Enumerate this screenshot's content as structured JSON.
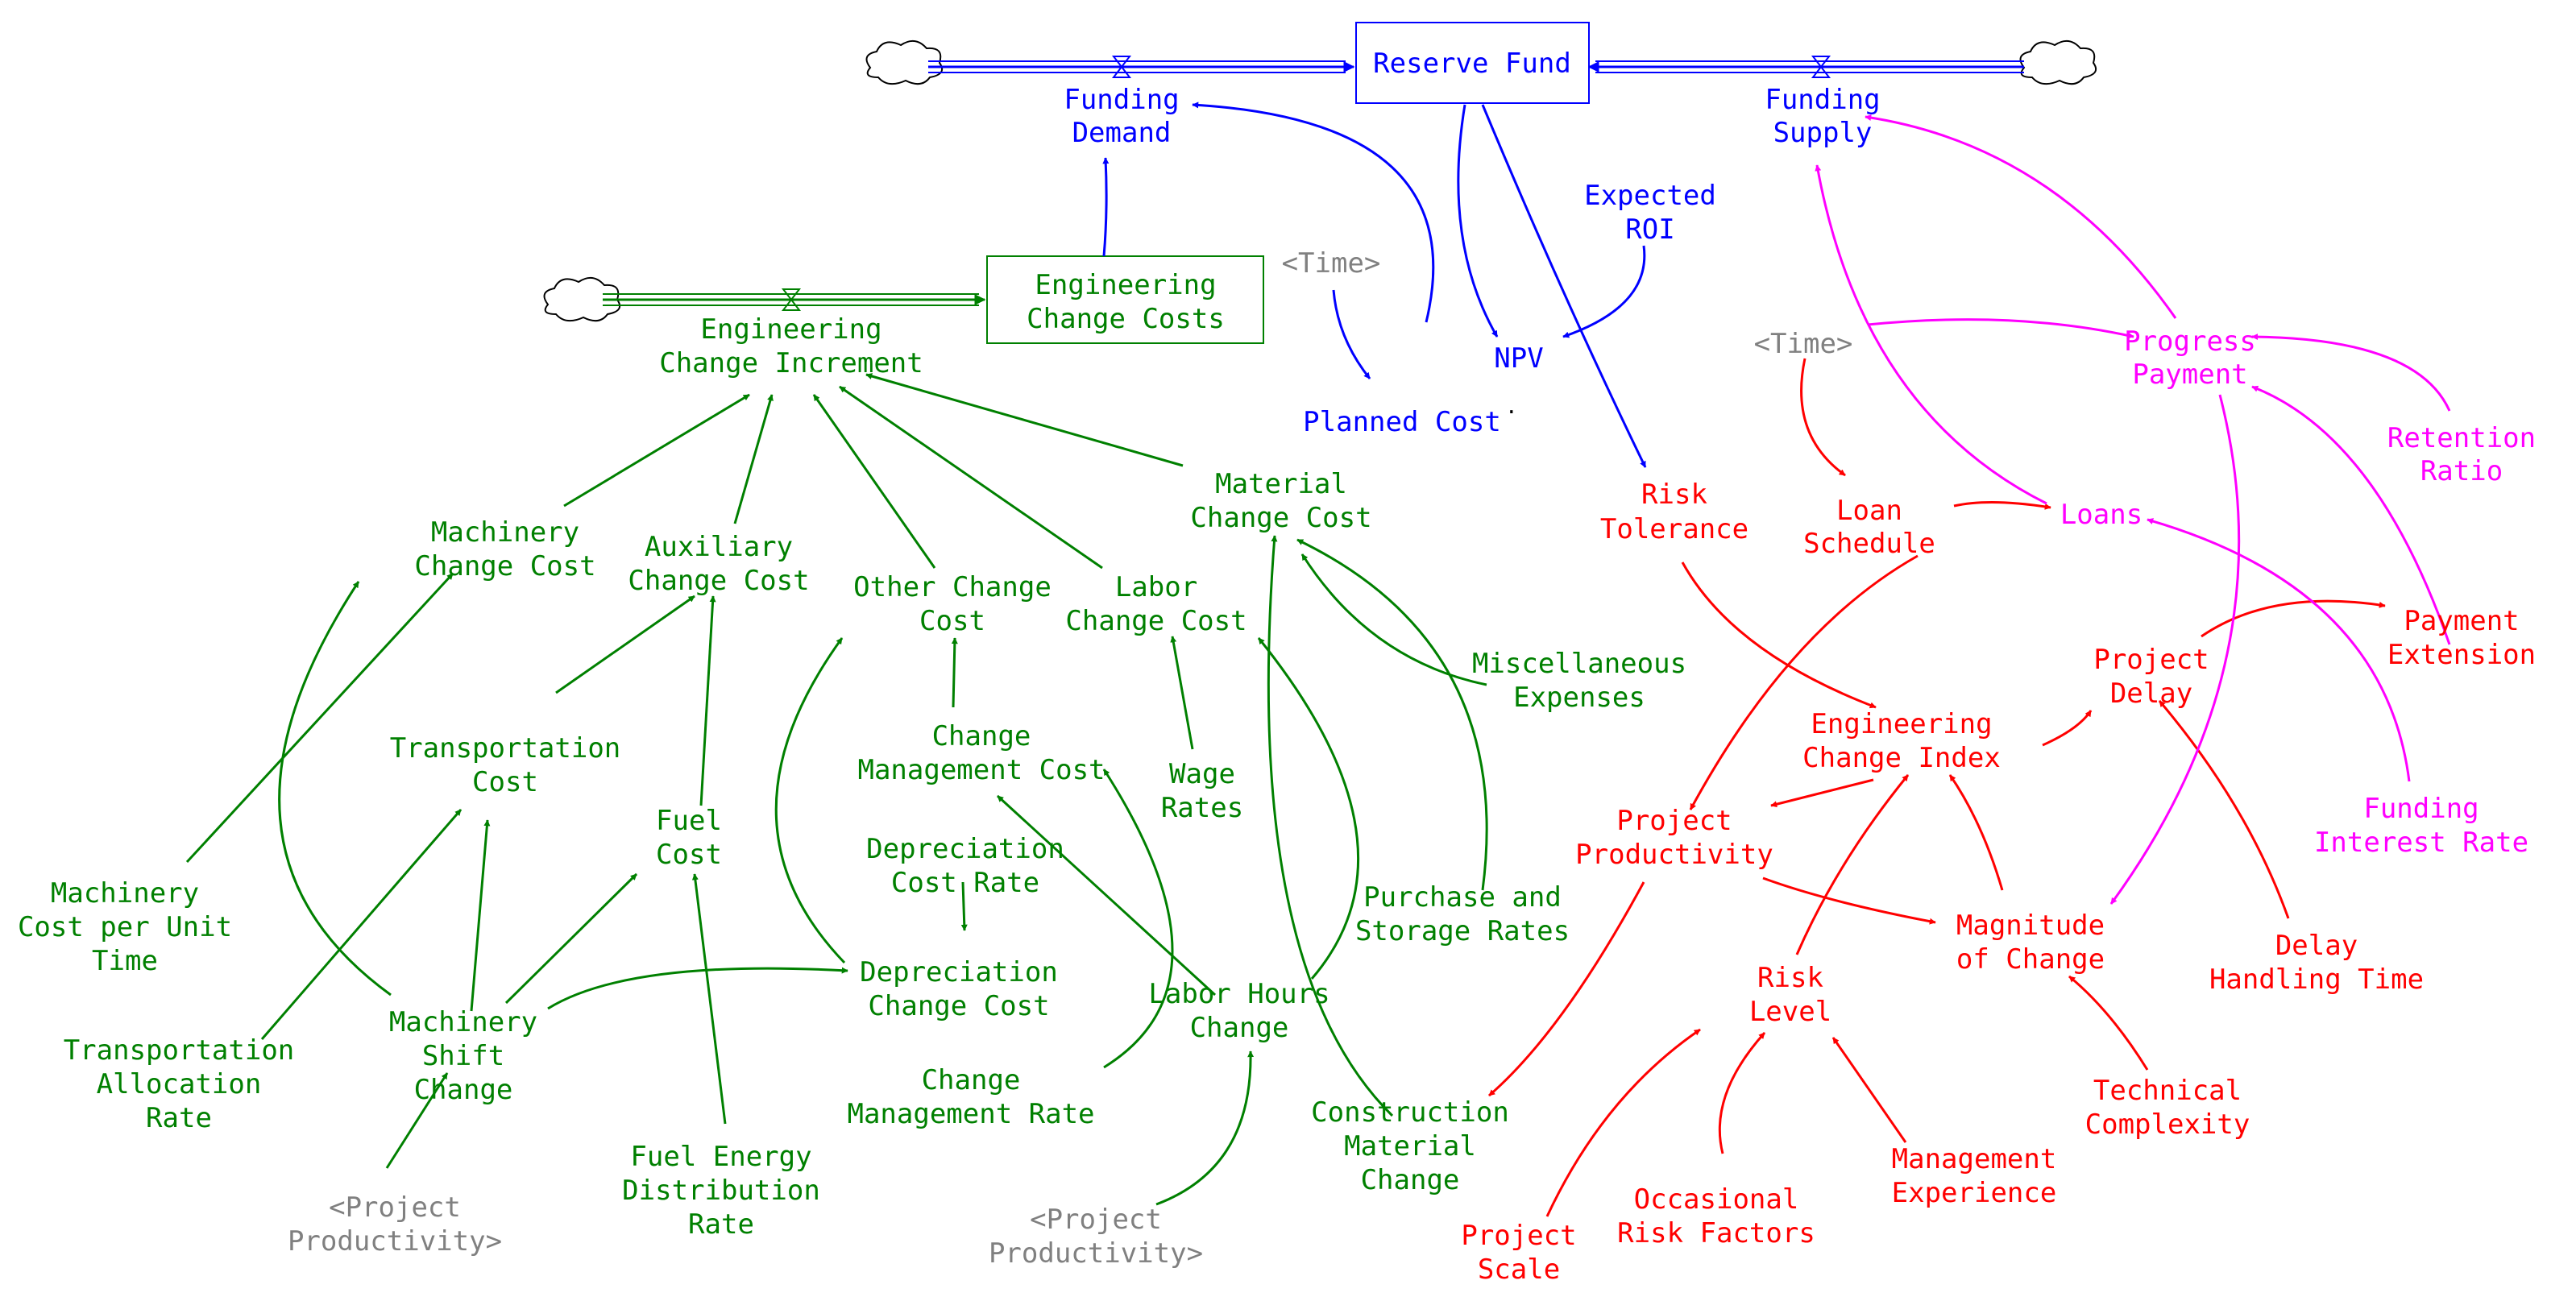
{
  "colors": {
    "finance": "#0000ff",
    "engineering": "#008000",
    "risk": "#ff0000",
    "payment": "#ff00ff",
    "shadow_variable": "#808080"
  },
  "stocks": {
    "reserve_fund": "Reserve Fund",
    "engineering_change_costs": [
      "Engineering",
      "Change Costs"
    ]
  },
  "flows": {
    "funding_demand": [
      "Funding",
      "Demand"
    ],
    "funding_supply": [
      "Funding",
      "Supply"
    ],
    "engineering_change_increment": [
      "Engineering",
      "Change Increment"
    ]
  },
  "variables": {
    "time_top": "<Time>",
    "time_right": "<Time>",
    "planned_cost": "Planned Cost",
    "npv": "NPV",
    "expected_roi": [
      "Expected",
      "ROI"
    ],
    "risk_tolerance": [
      "Risk",
      "Tolerance"
    ],
    "loan_schedule": [
      "Loan",
      "Schedule"
    ],
    "loans": "Loans",
    "progress_payment": [
      "Progress",
      "Payment"
    ],
    "retention_ratio": [
      "Retention",
      "Ratio"
    ],
    "payment_extension": [
      "Payment",
      "Extension"
    ],
    "project_delay": [
      "Project",
      "Delay"
    ],
    "engineering_change_index": [
      "Engineering",
      "Change Index"
    ],
    "project_productivity": [
      "Project",
      "Productivity"
    ],
    "magnitude_of_change": [
      "Magnitude",
      "of Change"
    ],
    "funding_interest_rate": [
      "Funding",
      "Interest Rate"
    ],
    "delay_handling_time": [
      "Delay",
      "Handling Time"
    ],
    "risk_level": [
      "Risk",
      "Level"
    ],
    "technical_complexity": [
      "Technical",
      "Complexity"
    ],
    "management_experience": [
      "Management",
      "Experience"
    ],
    "occasional_risk_factors": [
      "Occasional",
      "Risk Factors"
    ],
    "project_scale": [
      "Project",
      "Scale"
    ],
    "machinery_change_cost": [
      "Machinery",
      "Change Cost"
    ],
    "auxiliary_change_cost": [
      "Auxiliary",
      "Change Cost"
    ],
    "other_change_cost": [
      "Other Change",
      "Cost"
    ],
    "labor_change_cost": [
      "Labor",
      "Change Cost"
    ],
    "material_change_cost": [
      "Material",
      "Change Cost"
    ],
    "miscellaneous_expenses": [
      "Miscellaneous",
      "Expenses"
    ],
    "transportation_cost": [
      "Transportation",
      "Cost"
    ],
    "fuel_cost": [
      "Fuel",
      "Cost"
    ],
    "change_management_cost": [
      "Change",
      "Management Cost"
    ],
    "wage_rates": [
      "Wage",
      "Rates"
    ],
    "depreciation_cost_rate": [
      "Depreciation",
      "Cost Rate"
    ],
    "depreciation_change_cost": [
      "Depreciation",
      "Change Cost"
    ],
    "machinery_cost_per_unit_time": [
      "Machinery",
      "Cost per Unit",
      "Time"
    ],
    "transportation_allocation_rate": [
      "Transportation",
      "Allocation",
      "Rate"
    ],
    "machinery_shift_change": [
      "Machinery",
      "Shift",
      "Change"
    ],
    "labor_hours_change": [
      "Labor Hours",
      "Change"
    ],
    "purchase_and_storage_rates": [
      "Purchase and",
      "Storage Rates"
    ],
    "change_management_rate": [
      "Change",
      "Management Rate"
    ],
    "construction_material_change": [
      "Construction",
      "Material",
      "Change"
    ],
    "fuel_energy_distribution_rate": [
      "Fuel Energy",
      "Distribution",
      "Rate"
    ],
    "project_productivity_shadow_left": [
      "<Project",
      "Productivity>"
    ],
    "project_productivity_shadow_mid": [
      "<Project",
      "Productivity>"
    ]
  }
}
